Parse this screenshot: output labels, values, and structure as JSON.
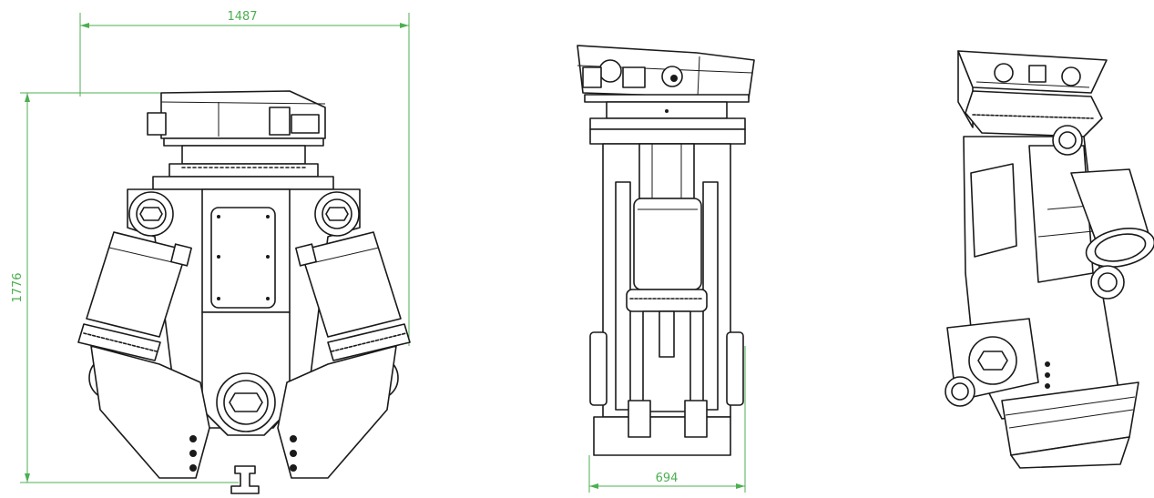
{
  "drawing": {
    "colors": {
      "dimension": "#4caf50",
      "line": "#1a1a1a",
      "background": "#ffffff"
    },
    "dimensions": {
      "front_width": "1487",
      "front_height": "1776",
      "side_width": "694"
    }
  }
}
